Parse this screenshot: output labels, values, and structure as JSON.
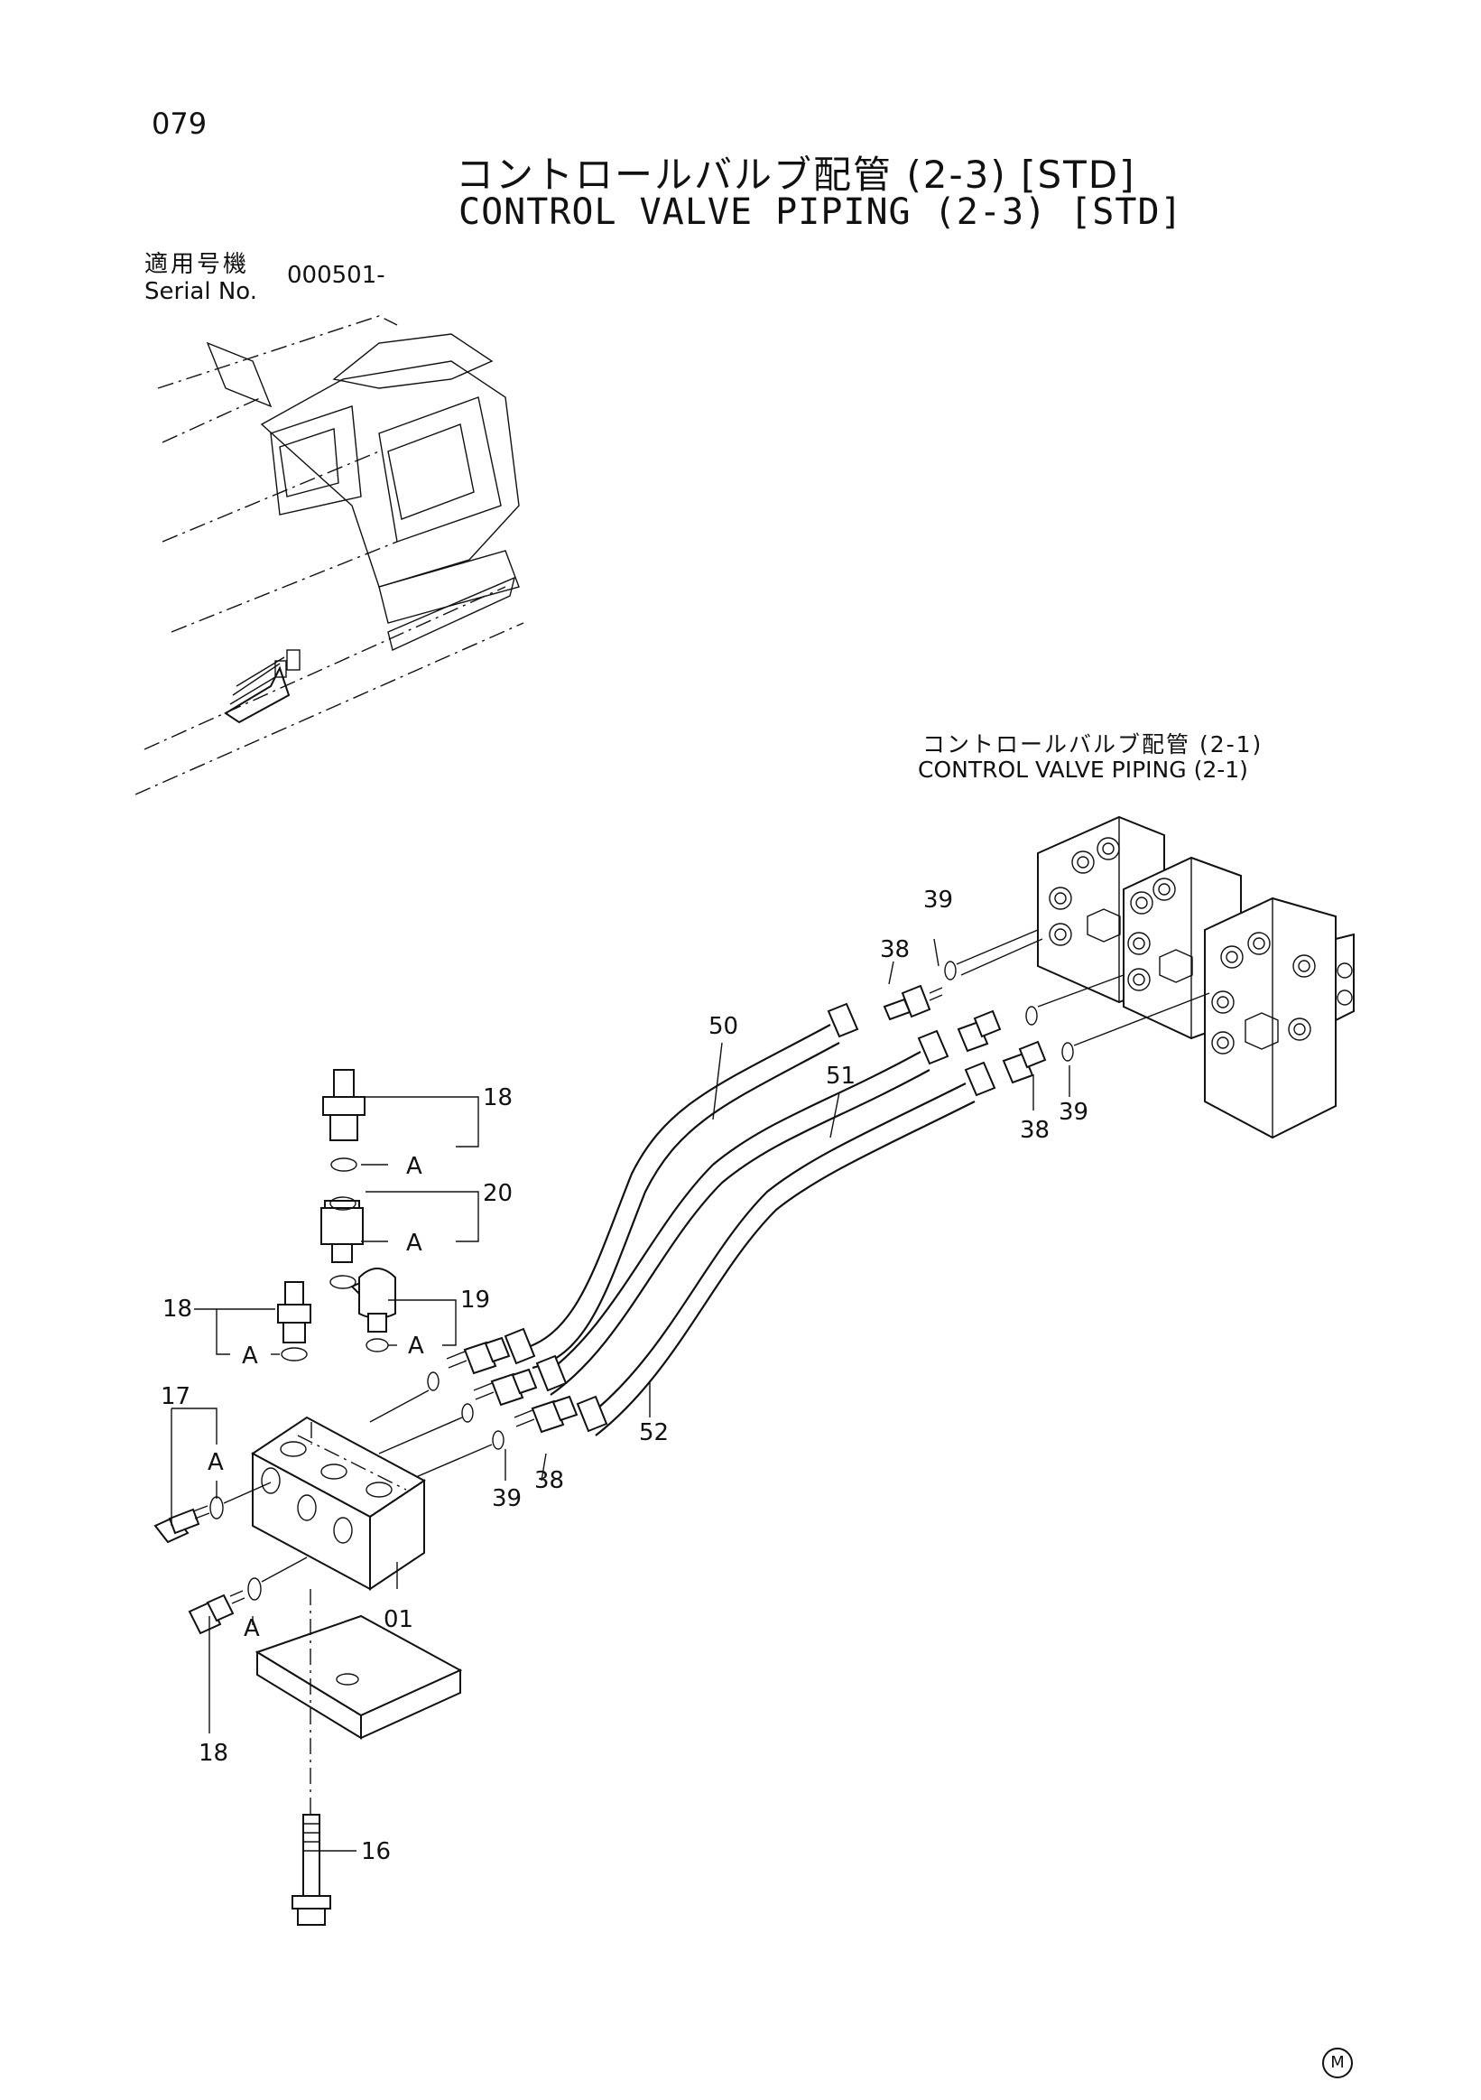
{
  "header": {
    "page_number": "079",
    "title_ja": "コントロールバルブ配管 (2-3) [STD]",
    "title_en": "CONTROL VALVE PIPING (2-3) [STD]",
    "serial_label_ja": "適用号機",
    "serial_label_en": "Serial No.",
    "serial_value": "000501-"
  },
  "reference": {
    "label_ja": "コントロールバルブ配管 (2-1)",
    "label_en": "CONTROL VALVE PIPING (2-1)"
  },
  "callouts": {
    "c18_top": "18",
    "c20": "20",
    "c19": "19",
    "c18_left": "18",
    "c17": "17",
    "c18_bottom": "18",
    "c16": "16",
    "c01": "01",
    "c50": "50",
    "c51": "51",
    "c52": "52",
    "c38_top": "38",
    "c39_top": "39",
    "c38_right": "38",
    "c39_right": "39",
    "c38_mid": "38",
    "c39_mid": "39",
    "a1": "A",
    "a2": "A",
    "a3": "A",
    "a4": "A",
    "a5": "A",
    "a6": "A"
  },
  "footer": {
    "mark": "M"
  }
}
